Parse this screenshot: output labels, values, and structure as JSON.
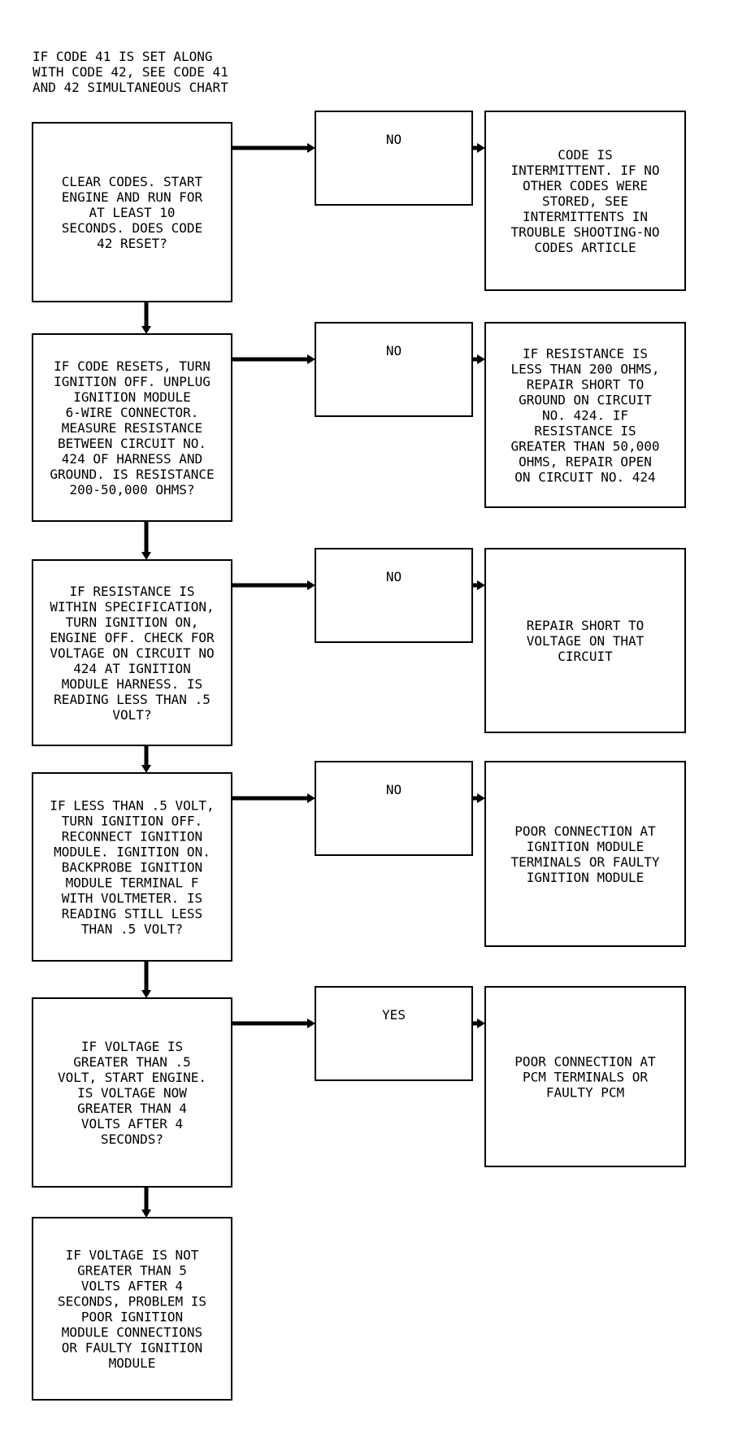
{
  "note": [
    "IF CODE 41 IS SET ALONG",
    "WITH CODE 42, SEE CODE 41",
    "AND 42 SIMULTANEOUS CHART"
  ],
  "steps": [
    {
      "question": [
        "CLEAR CODES. START",
        "ENGINE AND RUN FOR",
        "AT LEAST 10",
        "SECONDS. DOES CODE",
        "42 RESET?"
      ],
      "answer": "NO",
      "result": [
        "CODE IS",
        "INTERMITTENT. IF NO",
        "OTHER CODES WERE",
        "STORED, SEE",
        "INTERMITTENTS IN",
        "TROUBLE SHOOTING-NO",
        "CODES ARTICLE"
      ]
    },
    {
      "question": [
        "IF CODE RESETS, TURN",
        "IGNITION OFF. UNPLUG",
        "IGNITION MODULE",
        "6-WIRE CONNECTOR.",
        "MEASURE RESISTANCE",
        "BETWEEN CIRCUIT NO.",
        "424 OF HARNESS AND",
        "GROUND. IS RESISTANCE",
        "200-50,000 OHMS?"
      ],
      "answer": "NO",
      "result": [
        "IF RESISTANCE IS",
        "LESS THAN 200 OHMS,",
        "REPAIR SHORT TO",
        "GROUND ON CIRCUIT",
        "NO. 424. IF",
        "RESISTANCE IS",
        "GREATER THAN 50,000",
        "OHMS, REPAIR OPEN",
        "ON CIRCUIT NO. 424"
      ]
    },
    {
      "question": [
        "IF RESISTANCE IS",
        "WITHIN SPECIFICATION,",
        "TURN IGNITION ON,",
        "ENGINE OFF. CHECK FOR",
        "VOLTAGE ON CIRCUIT NO",
        "424 AT IGNITION",
        "MODULE HARNESS. IS",
        "READING LESS THAN .5",
        "VOLT?"
      ],
      "answer": "NO",
      "result": [
        "REPAIR SHORT TO",
        "VOLTAGE ON THAT",
        "CIRCUIT"
      ]
    },
    {
      "question": [
        "IF LESS THAN .5 VOLT,",
        "TURN IGNITION OFF.",
        "RECONNECT IGNITION",
        "MODULE. IGNITION ON.",
        "BACKPROBE IGNITION",
        "MODULE TERMINAL F",
        "WITH VOLTMETER. IS",
        "READING STILL LESS",
        "THAN .5 VOLT?"
      ],
      "answer": "NO",
      "result": [
        "POOR CONNECTION AT",
        "IGNITION MODULE",
        "TERMINALS OR FAULTY",
        "IGNITION MODULE"
      ]
    },
    {
      "question": [
        "IF VOLTAGE IS",
        "GREATER THAN .5",
        "VOLT, START ENGINE.",
        "IS VOLTAGE NOW",
        "GREATER THAN 4",
        "VOLTS AFTER 4",
        "SECONDS?"
      ],
      "answer": "YES",
      "result": [
        "POOR CONNECTION AT",
        "PCM TERMINALS OR",
        "FAULTY PCM"
      ]
    }
  ],
  "final": [
    "IF VOLTAGE IS NOT",
    "GREATER THAN 5",
    "VOLTS AFTER 4",
    "SECONDS, PROBLEM IS",
    "POOR IGNITION",
    "MODULE CONNECTIONS",
    "OR FAULTY IGNITION",
    "MODULE"
  ]
}
